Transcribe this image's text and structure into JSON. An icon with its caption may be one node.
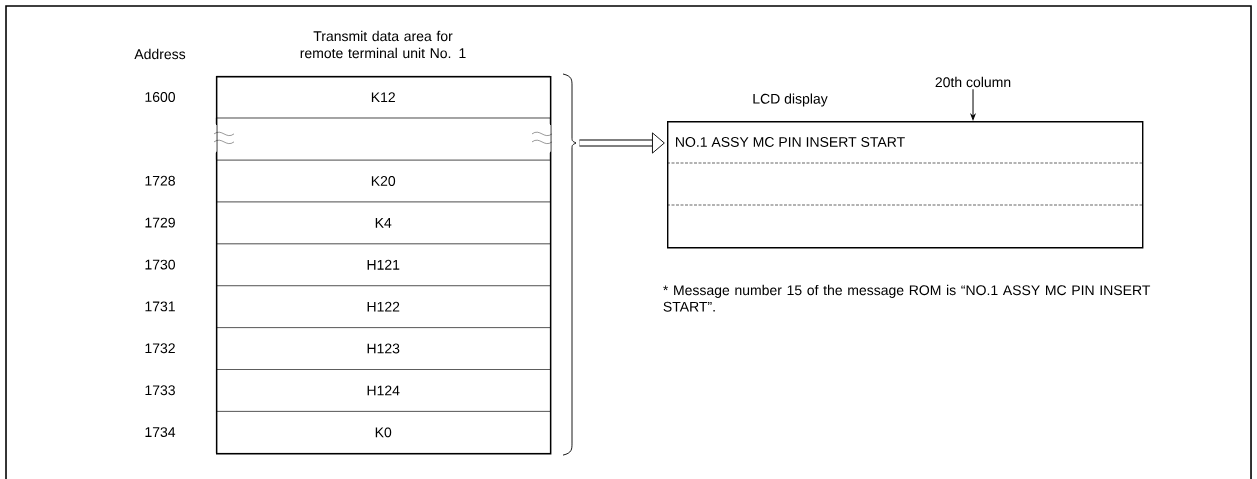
{
  "diagram": {
    "nodes": [
      {
        "text": [
          "Transmit data area for remote terminal unit No. 1"
        ]
      },
      {
        "text": [
          "K12"
        ],
        "in": 0,
        "beside": [
          "1600"
        ]
      },
      {
        "text": [],
        "shape": "box",
        "in": 0
      },
      {
        "text": [
          "K20"
        ],
        "in": 0,
        "beside": [
          "1728"
        ]
      },
      {
        "text": [
          "K4"
        ],
        "in": 0,
        "beside": [
          "1729"
        ]
      },
      {
        "text": [
          "H121"
        ],
        "in": 0,
        "beside": [
          "1730"
        ]
      },
      {
        "text": [
          "H122"
        ],
        "in": 0,
        "beside": [
          "1731"
        ]
      },
      {
        "text": [
          "H123"
        ],
        "in": 0,
        "beside": [
          "1732"
        ]
      },
      {
        "text": [
          "H124"
        ],
        "in": 0,
        "beside": [
          "1733"
        ]
      },
      {
        "text": [
          "K0"
        ],
        "in": 0,
        "beside": [
          "1734"
        ]
      },
      {
        "text": [
          "LCD display",
          "NO.1 ASSY MC PIN INSERT START"
        ]
      },
      {
        "text": [
          "20th column"
        ]
      }
    ],
    "edges": [
      {
        "from": 0,
        "to": 10,
        "arrow": "to",
        "style": "thick"
      },
      {
        "from": 11,
        "to": 10,
        "arrow": "to"
      }
    ],
    "labels": [
      "Address",
      "* Message number 15 of the message ROM is “NO.1 ASSY MC PIN INSERT START”."
    ]
  }
}
